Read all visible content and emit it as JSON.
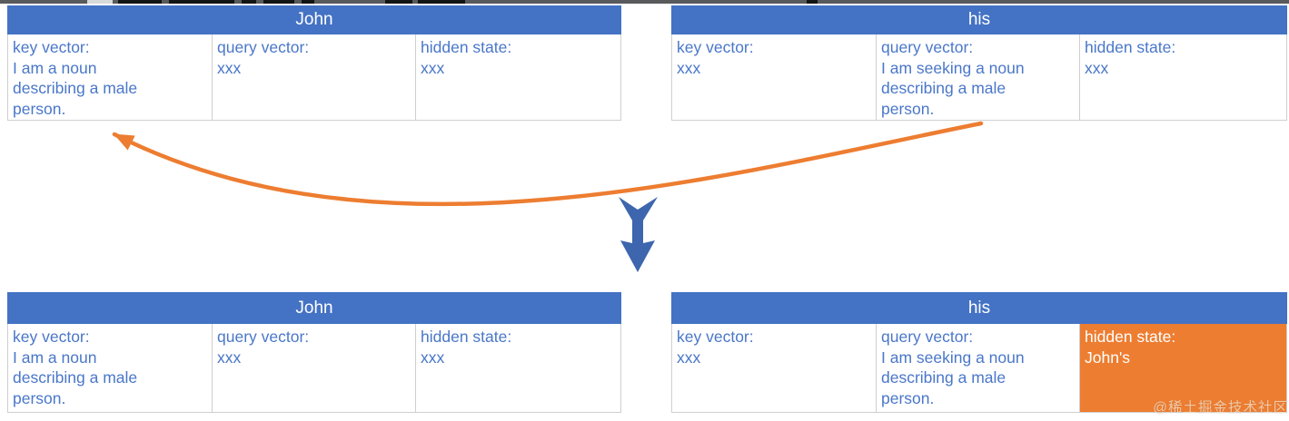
{
  "colors": {
    "header_blue": "#4472C4",
    "cell_text_blue": "#4A77C9",
    "orange": "#ED7D31",
    "arrow_blue": "#3D66AE",
    "border_gray": "#CFCFCF"
  },
  "tables": {
    "top_left": {
      "title": "John",
      "cells": [
        {
          "label": "key vector:",
          "lines": [
            "I am a noun",
            "describing a male",
            "person."
          ]
        },
        {
          "label": "query vector:",
          "lines": [
            "xxx"
          ]
        },
        {
          "label": "hidden state:",
          "lines": [
            "xxx"
          ]
        }
      ]
    },
    "top_right": {
      "title": "his",
      "cells": [
        {
          "label": "key vector:",
          "lines": [
            "xxx"
          ]
        },
        {
          "label": "query vector:",
          "lines": [
            "I am seeking a noun",
            "describing a male",
            "person."
          ]
        },
        {
          "label": "hidden state:",
          "lines": [
            "xxx"
          ]
        }
      ]
    },
    "bottom_left": {
      "title": "John",
      "cells": [
        {
          "label": "key vector:",
          "lines": [
            "I am a noun",
            "describing a male",
            "person."
          ]
        },
        {
          "label": "query vector:",
          "lines": [
            "xxx"
          ]
        },
        {
          "label": "hidden state:",
          "lines": [
            "xxx"
          ]
        }
      ]
    },
    "bottom_right": {
      "title": "his",
      "cells": [
        {
          "label": "key vector:",
          "lines": [
            "xxx"
          ]
        },
        {
          "label": "query vector:",
          "lines": [
            "I am seeking a noun",
            "describing a male",
            "person."
          ]
        },
        {
          "label": "hidden state:",
          "lines": [
            "John's"
          ],
          "highlighted": true
        }
      ]
    }
  },
  "watermark": "@稀土掘金技术社区"
}
